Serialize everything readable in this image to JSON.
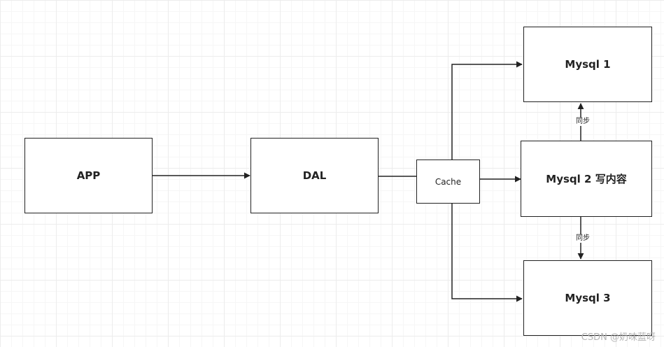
{
  "nodes": {
    "app": "APP",
    "dal": "DAL",
    "cache": "Cache",
    "mysql1": "Mysql 1",
    "mysql2": "Mysql 2  写内容",
    "mysql3": "Mysql 3"
  },
  "edge_labels": {
    "sync_up": "同步",
    "sync_down": "同步"
  },
  "watermark": "CSDN @奶味蓝呀",
  "colors": {
    "stroke": "#222222",
    "grid": "#ececec"
  }
}
